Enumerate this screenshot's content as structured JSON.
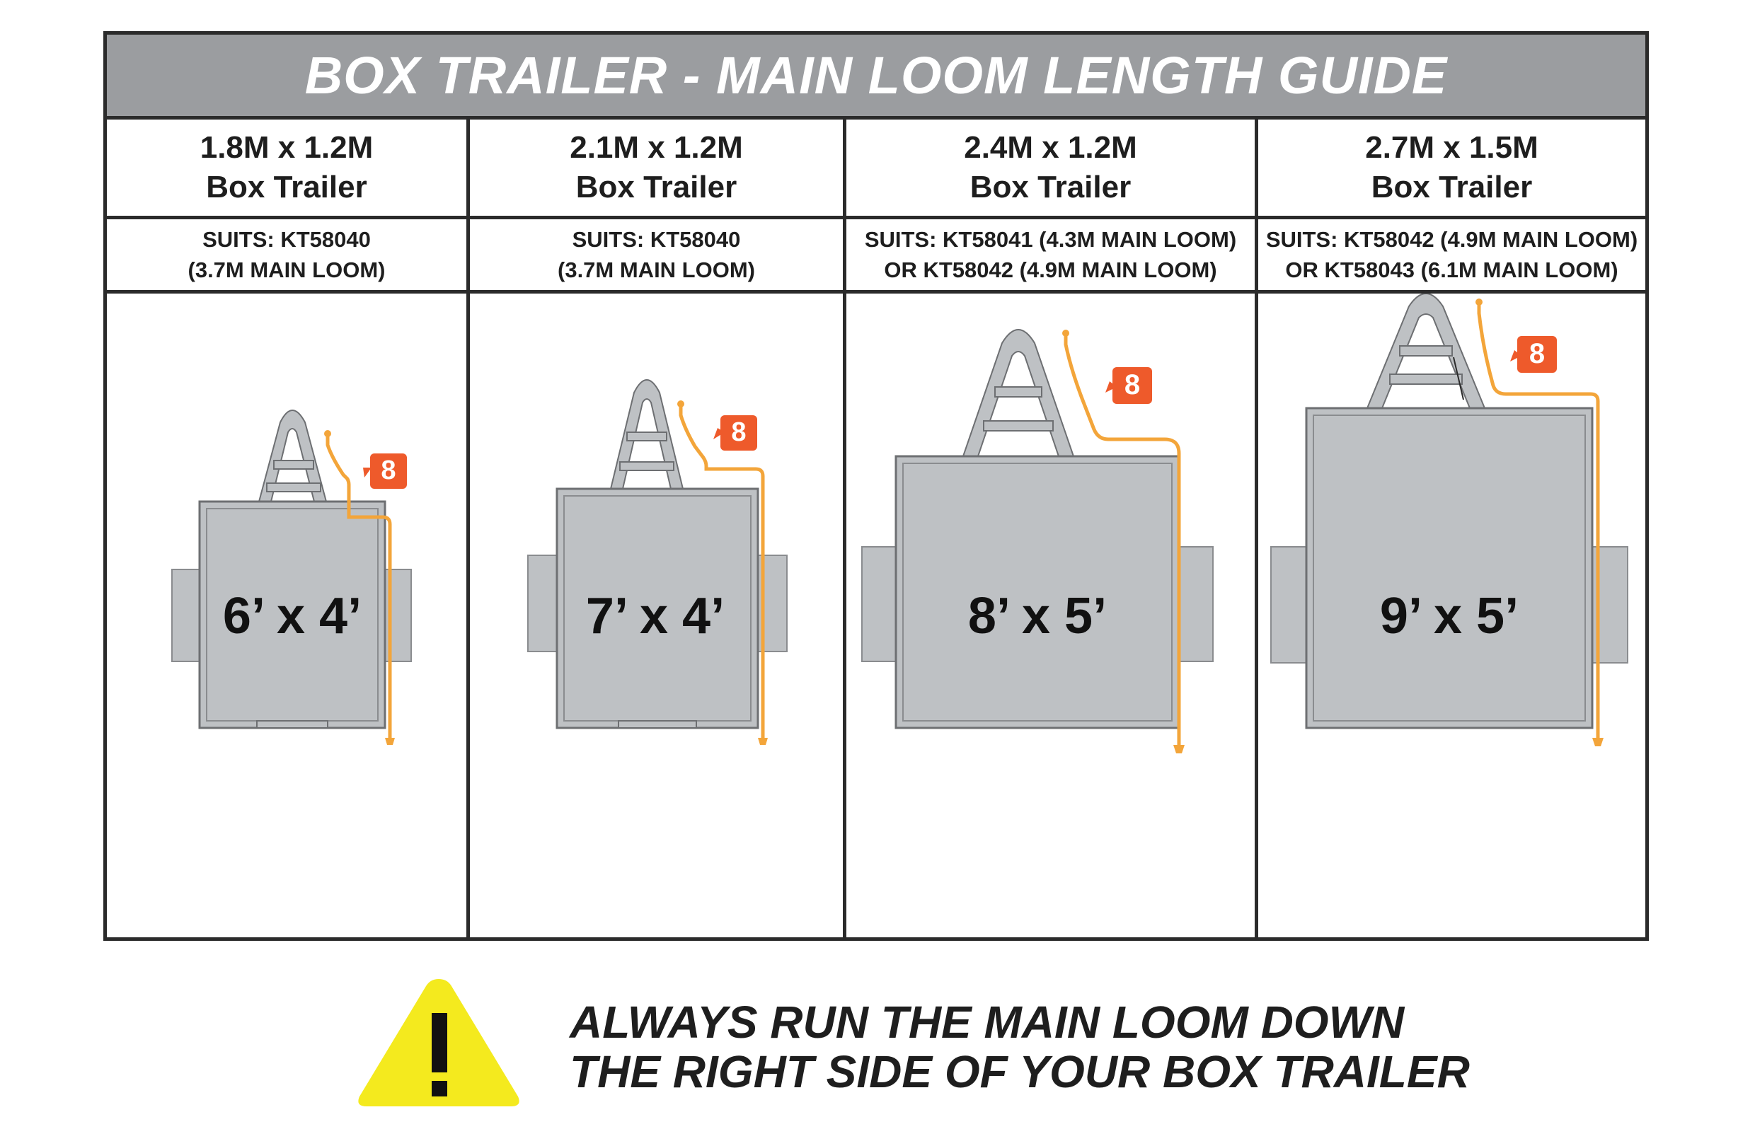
{
  "title": "BOX TRAILER -  MAIN LOOM LENGTH GUIDE",
  "colors": {
    "title_bar": "#9b9da0",
    "trailer_gray": "#bec1c4",
    "loom_orange": "#f3a53a",
    "callout_orange": "#ee5a2b",
    "warning_yellow": "#f4ea1e",
    "border": "#2b2b2b"
  },
  "columns": [
    {
      "size_line": "1.8M x 1.2M",
      "type_line": "Box Trailer",
      "suits_line1": "SUITS: KT58040",
      "suits_line2": "(3.7M MAIN LOOM)",
      "trailer_label": "6’ x 4’",
      "callout": "8"
    },
    {
      "size_line": "2.1M x 1.2M",
      "type_line": "Box Trailer",
      "suits_line1": "SUITS: KT58040",
      "suits_line2": "(3.7M MAIN LOOM)",
      "trailer_label": "7’ x 4’",
      "callout": "8"
    },
    {
      "size_line": "2.4M x 1.2M",
      "type_line": "Box Trailer",
      "suits_line1": "SUITS: KT58041 (4.3M MAIN LOOM)",
      "suits_line2": "OR KT58042 (4.9M MAIN LOOM)",
      "trailer_label": "8’ x 5’",
      "callout": "8"
    },
    {
      "size_line": "2.7M x 1.5M",
      "type_line": "Box Trailer",
      "suits_line1": "SUITS: KT58042 (4.9M MAIN LOOM)",
      "suits_line2": "OR KT58043 (6.1M MAIN LOOM)",
      "trailer_label": "9’ x 5’",
      "callout": "8"
    }
  ],
  "warning": {
    "icon": "warning-triangle-icon",
    "line1": "ALWAYS RUN THE MAIN LOOM DOWN",
    "line2": "THE RIGHT SIDE OF YOUR BOX TRAILER"
  }
}
